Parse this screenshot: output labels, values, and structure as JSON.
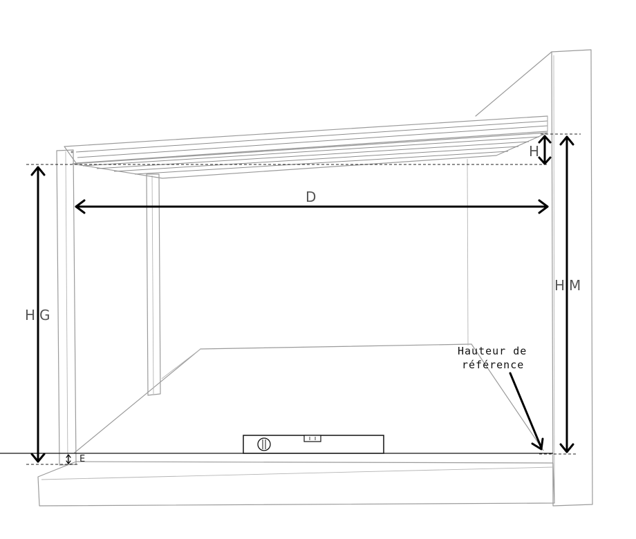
{
  "diagram": {
    "labels": {
      "distance": "D",
      "height_slope": "H",
      "height_left": "HG",
      "height_wall": "HM",
      "floor_gap": "E",
      "reference_line1": "Hauteur de",
      "reference_line2": "référence"
    },
    "colors": {
      "line": "#000000",
      "sketch": "#9a9a9a",
      "label": "#555555",
      "background": "#ffffff"
    },
    "icons": {
      "level_tool": "spirit-level-icon"
    }
  }
}
